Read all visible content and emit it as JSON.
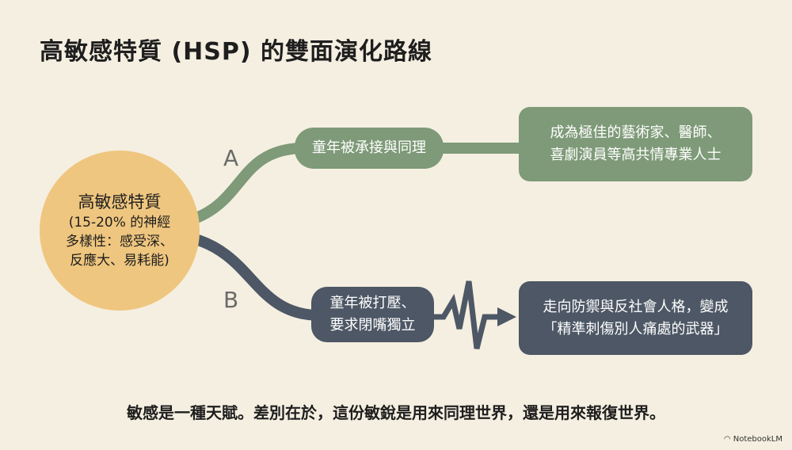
{
  "title": "高敏感特質 (HSP) 的雙面演化路線",
  "center": {
    "line1": "高敏感特質",
    "line2": "(15-20% 的神經",
    "line3": "多樣性：感受深、",
    "line4": "反應大、易耗能)"
  },
  "path_a": {
    "label": "A",
    "step": "童年被承接與同理",
    "result_line1": "成為極佳的藝術家、醫師、",
    "result_line2": "喜劇演員等高共情專業人士"
  },
  "path_b": {
    "label": "B",
    "step_line1": "童年被打壓、",
    "step_line2": "要求閉嘴獨立",
    "result_line1": "走向防禦與反社會人格，變成",
    "result_line2": "「精準刺傷別人痛處的武器」"
  },
  "footer": "敏感是一種天賦。差別在於，這份敏銳是用來同理世界，還是用來報復世界。",
  "brand": "NotebookLM",
  "colors": {
    "green": "#7e9a78",
    "dark": "#4d5765",
    "circle": "#efc67f",
    "background": "#f5efe1"
  }
}
